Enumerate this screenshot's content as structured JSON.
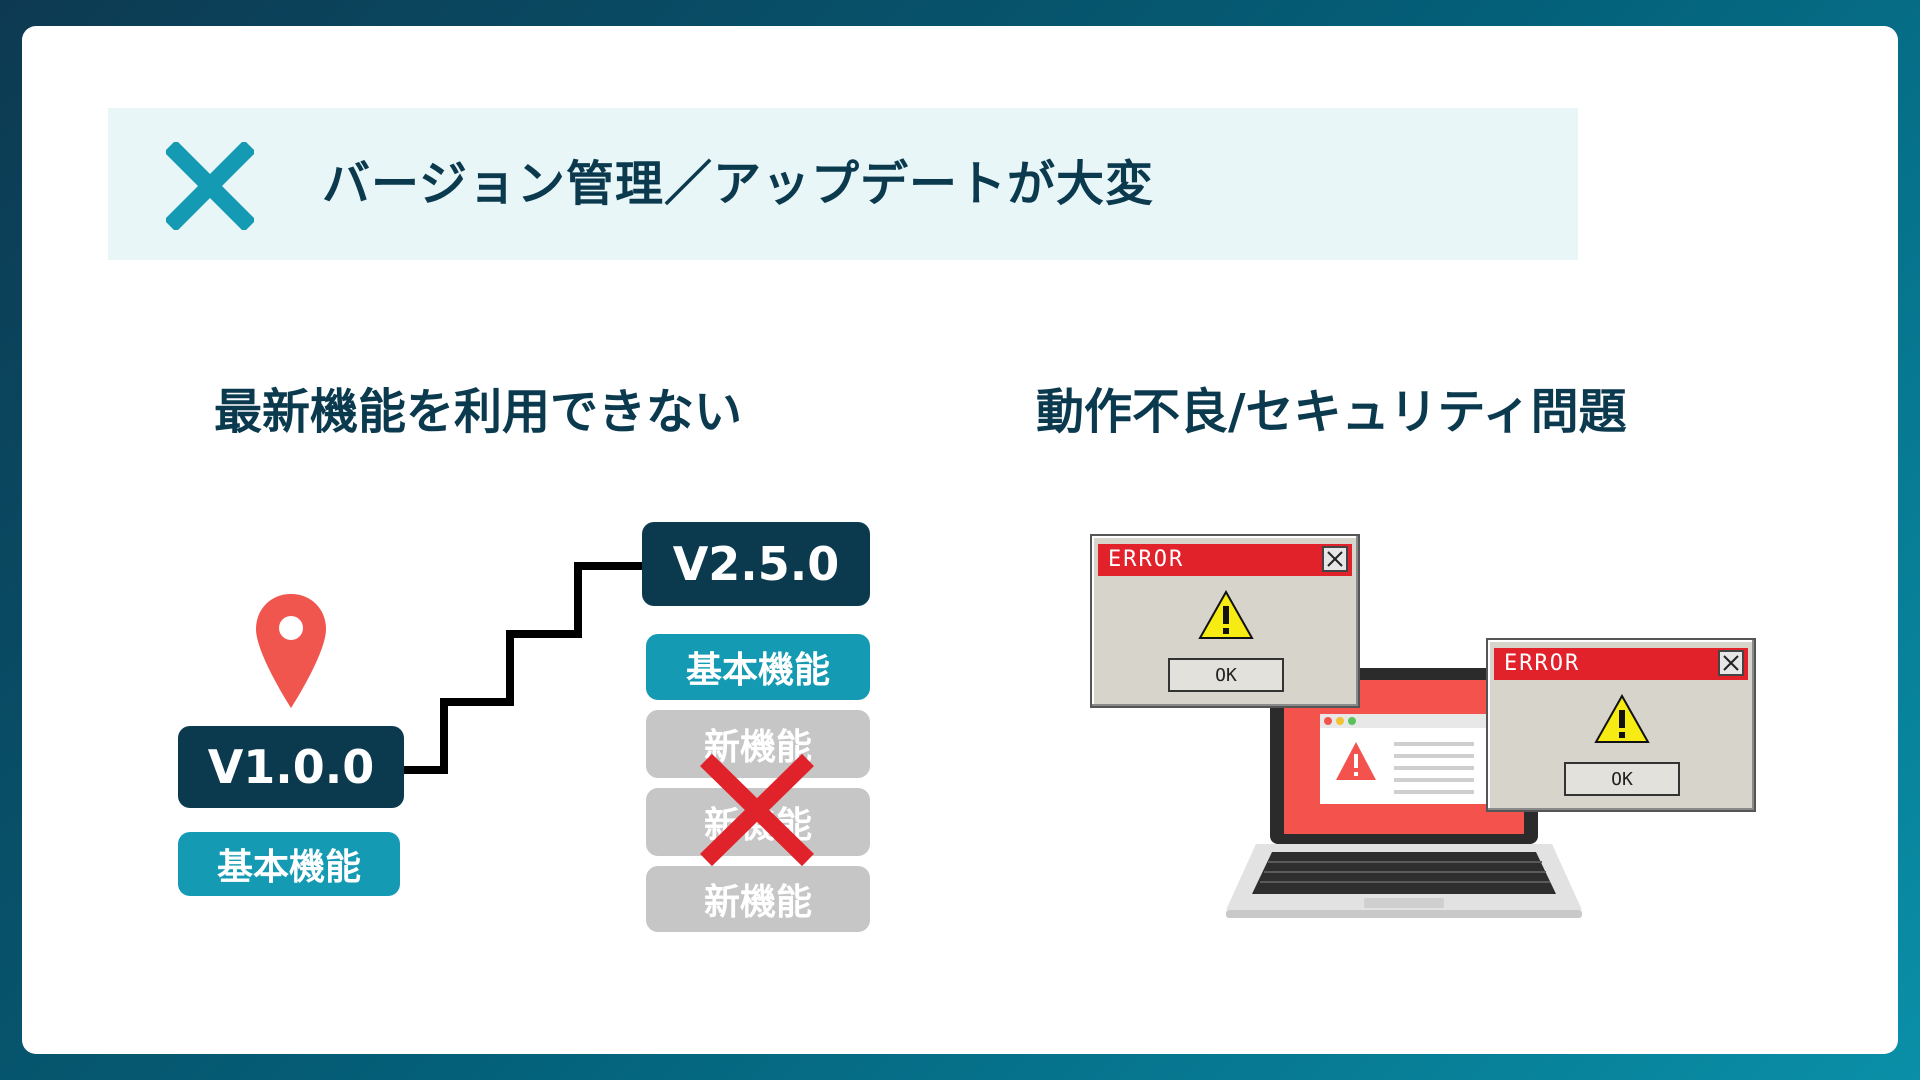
{
  "banner": {
    "title": "バージョン管理／アップデートが大変",
    "icon": "cross-icon"
  },
  "left": {
    "title": "最新機能を利用できない",
    "old_version": "V1.0.0",
    "old_features": [
      "基本機能"
    ],
    "new_version": "V2.5.0",
    "new_features": [
      "基本機能",
      "新機能",
      "新機能",
      "新機能"
    ]
  },
  "right": {
    "title": "動作不良/セキュリティ問題",
    "dialogs": [
      {
        "title": "ERROR",
        "button": "OK"
      },
      {
        "title": "ERROR",
        "button": "OK"
      }
    ]
  },
  "colors": {
    "navy": "#0b3a4f",
    "teal": "#159ab3",
    "gray": "#c6c6c6",
    "red": "#e0232b",
    "laptop": "#f4534d",
    "pin": "#f0554e"
  }
}
